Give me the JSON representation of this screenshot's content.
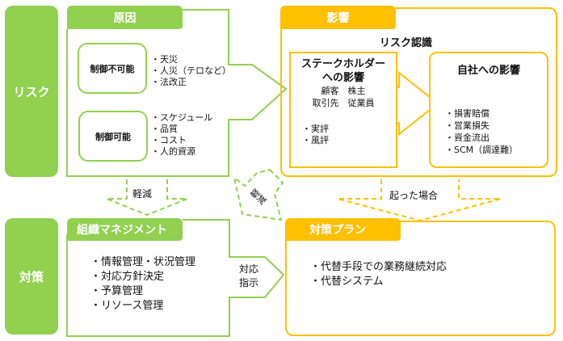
{
  "rows": {
    "risk_label": "リスク",
    "measures_label": "対策"
  },
  "cause": {
    "title": "原因",
    "uncontrollable": {
      "label": "制御不可能",
      "items": [
        "・天災",
        "・人災（テロなど）",
        "・法改正"
      ]
    },
    "controllable": {
      "label": "制御可能",
      "items": [
        "・スケジュール",
        "・品質",
        "・コスト",
        "・人的資源"
      ]
    }
  },
  "impact": {
    "title": "影響",
    "risk_recognition": "リスク認識",
    "stakeholder": {
      "title_line1": "ステークホルダー",
      "title_line2": "への影響",
      "parties_line1": "顧客　株主",
      "parties_line2": "取引先　従業員",
      "items": [
        "・実評",
        "・風評"
      ]
    },
    "company": {
      "title": "自社への影響",
      "items": [
        "・損害賠償",
        "・営業損失",
        "・資金流出",
        "・SCM（調達難）"
      ]
    }
  },
  "arrows": {
    "mitigate_down": "軽減",
    "mitigate_diag": "軽減",
    "if_occurs": "起った場合",
    "response_line1": "対応",
    "response_line2": "指示"
  },
  "org_mgmt": {
    "title": "組織マネジメント",
    "items": [
      "・情報管理・状況管理",
      "・対応方針決定",
      "・予算管理",
      "・リソース管理"
    ]
  },
  "plan": {
    "title": "対策プラン",
    "items": [
      "・代替手段での業務継続対応",
      "・代替システム"
    ]
  },
  "colors": {
    "green": "#92d050",
    "yellow": "#ffc000"
  }
}
